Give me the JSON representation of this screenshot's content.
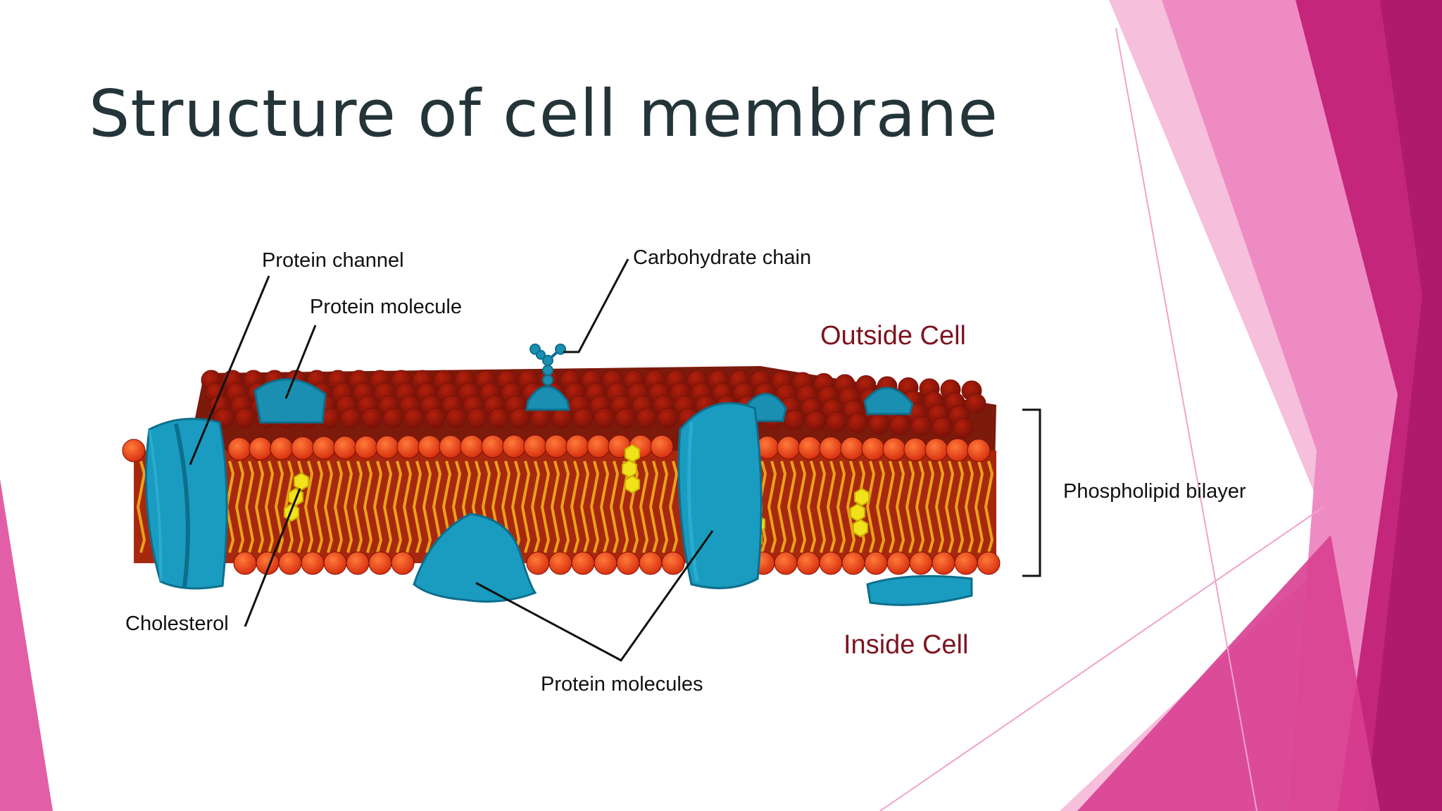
{
  "slide": {
    "title": "Structure of cell membrane"
  },
  "diagram": {
    "labels": {
      "protein_channel": "Protein channel",
      "protein_molecule": "Protein molecule",
      "carbohydrate_chain": "Carbohydrate chain",
      "outside_cell": "Outside Cell",
      "phospholipid_bilayer": "Phospholipid bilayer",
      "inside_cell": "Inside Cell",
      "cholesterol": "Cholesterol",
      "protein_molecules": "Protein molecules"
    }
  },
  "colors": {
    "head": "#e8431a",
    "head_dark": "#8c1a0c",
    "tail": "#e8a21a",
    "protein": "#1a9cc0",
    "protein_dark": "#0d6f8c",
    "cholesterol": "#f2e21c",
    "accent_pink": "#e8459a",
    "accent_magenta": "#b5186c",
    "label_red": "#7d1420"
  }
}
